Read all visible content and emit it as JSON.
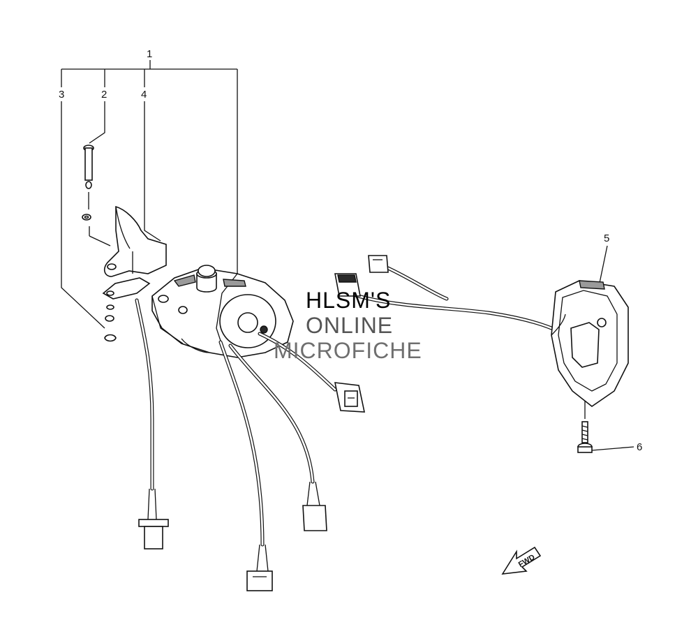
{
  "callouts": {
    "c1": "1",
    "c2": "2",
    "c3": "3",
    "c4": "4",
    "c5": "5",
    "c6": "6"
  },
  "fwd_label": "FWD",
  "watermark": {
    "line1": "HLSM'S",
    "line2": "ONLINE",
    "line3": "MICROFICHE"
  }
}
